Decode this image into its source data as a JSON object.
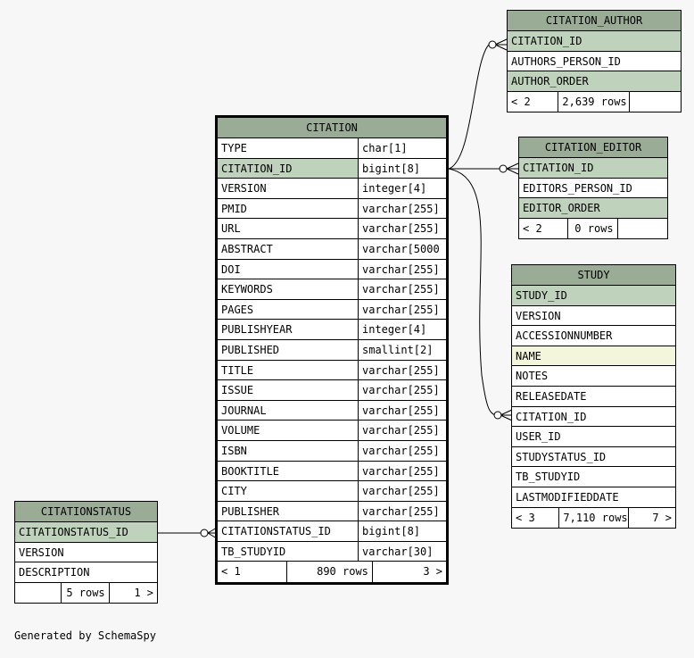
{
  "footer_text": "Generated by SchemaSpy",
  "colors": {
    "header": "#9aab96",
    "primary_key": "#bfd2bb",
    "indexed": "#f4f6db",
    "background": "#f7f7f7"
  },
  "citation": {
    "title": "CITATION",
    "columns": [
      {
        "name": "TYPE",
        "type": "char[1]"
      },
      {
        "name": "CITATION_ID",
        "type": "bigint[8]",
        "pk": true
      },
      {
        "name": "VERSION",
        "type": "integer[4]"
      },
      {
        "name": "PMID",
        "type": "varchar[255]"
      },
      {
        "name": "URL",
        "type": "varchar[255]"
      },
      {
        "name": "ABSTRACT",
        "type": "varchar[5000"
      },
      {
        "name": "DOI",
        "type": "varchar[255]"
      },
      {
        "name": "KEYWORDS",
        "type": "varchar[255]"
      },
      {
        "name": "PAGES",
        "type": "varchar[255]"
      },
      {
        "name": "PUBLISHYEAR",
        "type": "integer[4]"
      },
      {
        "name": "PUBLISHED",
        "type": "smallint[2]"
      },
      {
        "name": "TITLE",
        "type": "varchar[255]"
      },
      {
        "name": "ISSUE",
        "type": "varchar[255]"
      },
      {
        "name": "JOURNAL",
        "type": "varchar[255]"
      },
      {
        "name": "VOLUME",
        "type": "varchar[255]"
      },
      {
        "name": "ISBN",
        "type": "varchar[255]"
      },
      {
        "name": "BOOKTITLE",
        "type": "varchar[255]"
      },
      {
        "name": "CITY",
        "type": "varchar[255]"
      },
      {
        "name": "PUBLISHER",
        "type": "varchar[255]"
      },
      {
        "name": "CITATIONSTATUS_ID",
        "type": "bigint[8]"
      },
      {
        "name": "TB_STUDYID",
        "type": "varchar[30]"
      }
    ],
    "footer": {
      "parents": "< 1",
      "rows": "890 rows",
      "children": "3 >"
    }
  },
  "citation_author": {
    "title": "CITATION_AUTHOR",
    "columns": [
      {
        "name": "CITATION_ID",
        "pk": true
      },
      {
        "name": "AUTHORS_PERSON_ID"
      },
      {
        "name": "AUTHOR_ORDER",
        "pk": true
      }
    ],
    "footer": {
      "parents": "< 2",
      "rows": "2,639 rows",
      "children": ""
    }
  },
  "citation_editor": {
    "title": "CITATION_EDITOR",
    "columns": [
      {
        "name": "CITATION_ID",
        "pk": true
      },
      {
        "name": "EDITORS_PERSON_ID"
      },
      {
        "name": "EDITOR_ORDER",
        "pk": true
      }
    ],
    "footer": {
      "parents": "< 2",
      "rows": "0 rows",
      "children": ""
    }
  },
  "study": {
    "title": "STUDY",
    "columns": [
      {
        "name": "STUDY_ID",
        "pk": true
      },
      {
        "name": "VERSION"
      },
      {
        "name": "ACCESSIONNUMBER"
      },
      {
        "name": "NAME",
        "idx": true
      },
      {
        "name": "NOTES"
      },
      {
        "name": "RELEASEDATE"
      },
      {
        "name": "CITATION_ID"
      },
      {
        "name": "USER_ID"
      },
      {
        "name": "STUDYSTATUS_ID"
      },
      {
        "name": "TB_STUDYID"
      },
      {
        "name": "LASTMODIFIEDDATE"
      }
    ],
    "footer": {
      "parents": "< 3",
      "rows": "7,110 rows",
      "children": "7 >"
    }
  },
  "citationstatus": {
    "title": "CITATIONSTATUS",
    "columns": [
      {
        "name": "CITATIONSTATUS_ID",
        "pk": true
      },
      {
        "name": "VERSION"
      },
      {
        "name": "DESCRIPTION"
      }
    ],
    "footer": {
      "parents": "",
      "rows": "5 rows",
      "children": "1 >"
    }
  }
}
